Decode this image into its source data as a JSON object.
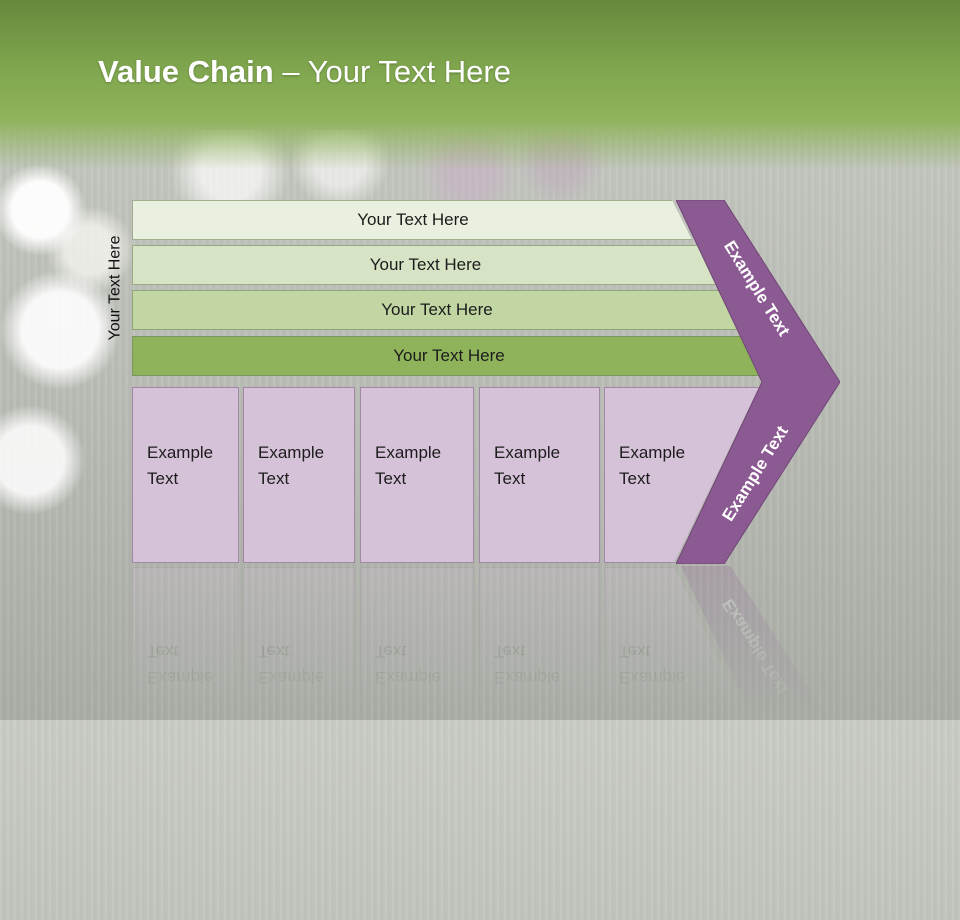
{
  "title": {
    "bold": "Value Chain",
    "rest": " – Your Text Here"
  },
  "vertical_label": "Your Text Here",
  "bars": [
    "Your Text Here",
    "Your Text Here",
    "Your Text Here",
    "Your Text Here"
  ],
  "boxes": [
    {
      "line1": "Example",
      "line2": "Text"
    },
    {
      "line1": "Example",
      "line2": "Text"
    },
    {
      "line1": "Example",
      "line2": "Text"
    },
    {
      "line1": "Example",
      "line2": "Text"
    },
    {
      "line1": "Example",
      "line2": "Text"
    }
  ],
  "chevron": {
    "upper": "Example Text",
    "lower": "Example Text"
  },
  "colors": {
    "header": "#7fa64e",
    "chevron": "#8c5a92",
    "box": "#d6c2d8",
    "bar_dark": "#8fb35a"
  }
}
